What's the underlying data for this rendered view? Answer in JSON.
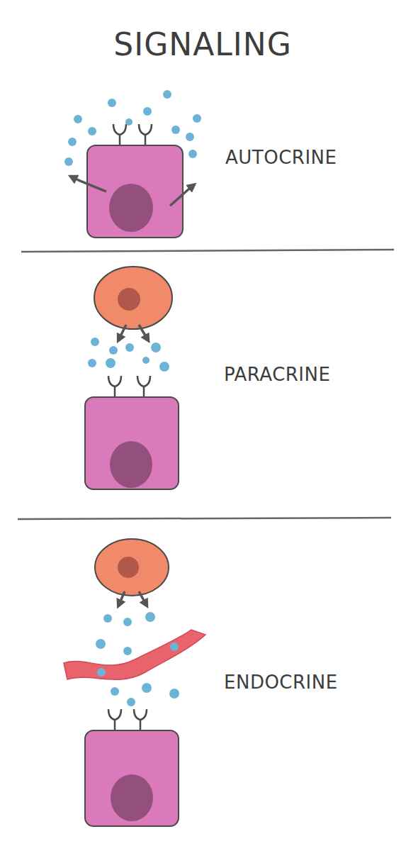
{
  "diagram": {
    "title": "SIGNALING",
    "labels": [
      "AUTOCRINE",
      "PARACRINE",
      "ENDOCRINE"
    ]
  }
}
